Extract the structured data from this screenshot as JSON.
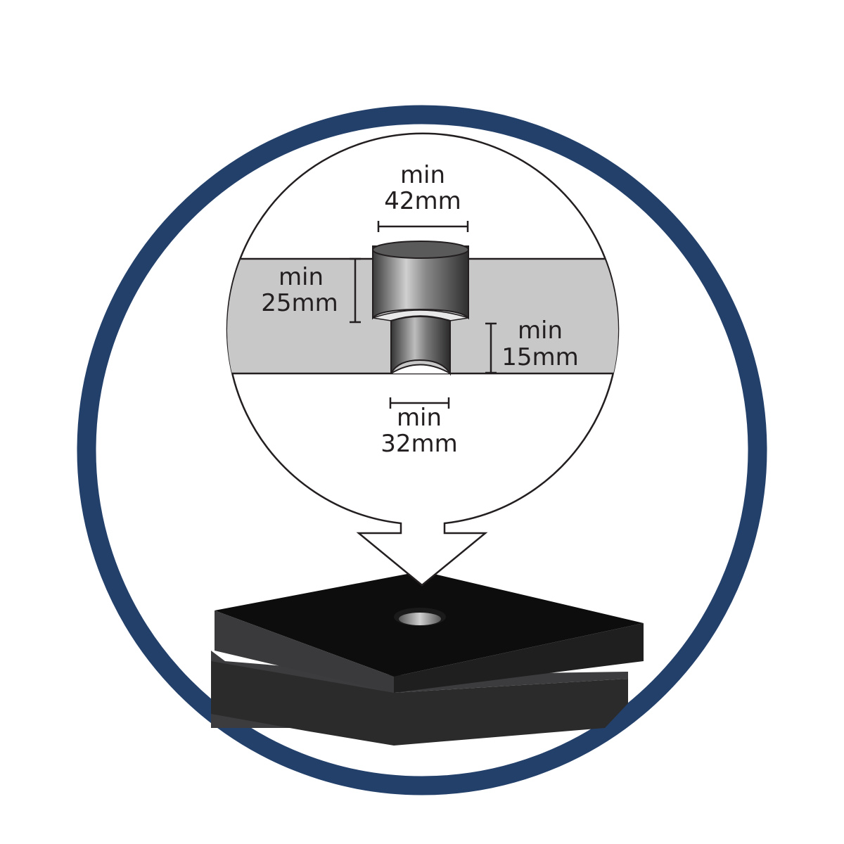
{
  "labels": {
    "top_width": {
      "line1": "min",
      "line2": "42mm"
    },
    "counterbore_depth": {
      "line1": "min",
      "line2": "25mm"
    },
    "through_depth": {
      "line1": "min",
      "line2": "15mm"
    },
    "bottom_width": {
      "line1": "min",
      "line2": "32mm"
    }
  },
  "colors": {
    "ring": "#23406b",
    "plate_section": "#c8c8c8",
    "block_top": "#0d0d0d",
    "block_side": "#3c3c3e"
  }
}
